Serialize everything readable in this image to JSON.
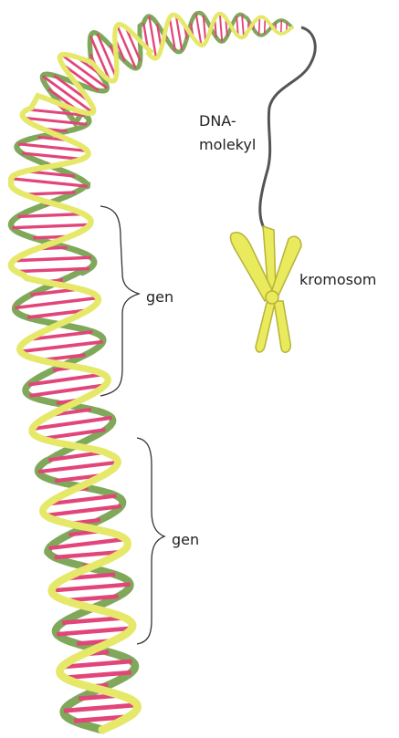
{
  "labels": {
    "dna_line1": "DNA-",
    "dna_line2": "molekyl",
    "chromosome": "kromosom",
    "gene_upper": "gen",
    "gene_lower": "gen"
  },
  "colors": {
    "background": "#ffffff",
    "strand_yellow": "#e6e86a",
    "strand_green": "#7fa85a",
    "base_pair_pink": "#e2457a",
    "chromosome_fill": "#e9ea5c",
    "fiber": "#555555"
  },
  "icons": {
    "helix": "dna-double-helix",
    "chromosome": "x-shaped-chromosome"
  }
}
